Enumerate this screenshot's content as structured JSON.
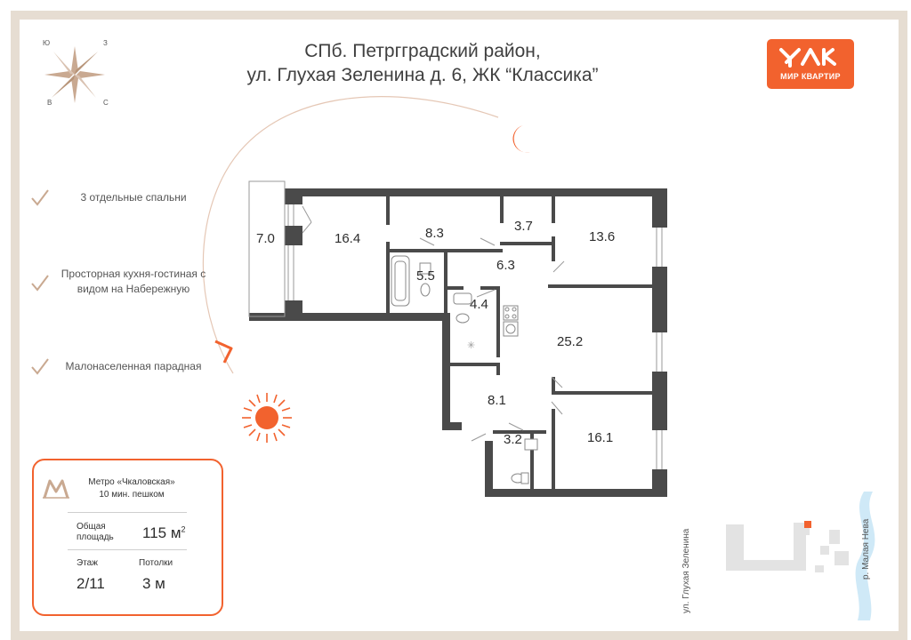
{
  "header": {
    "line1": "СПб. Петргградский район,",
    "line2": "ул. Глухая Зеленина д. 6, ЖК “Классика”"
  },
  "logo": {
    "text": "МИР КВАРТИР",
    "color": "#f2622e"
  },
  "compass": {
    "n": "Ю",
    "e": "З",
    "w": "В",
    "s": "С",
    "icon": "compass-rose-icon"
  },
  "features": [
    {
      "text": "3 отдельные спальни"
    },
    {
      "text": "Просторная кухня-гостиная с видом на Набережную"
    },
    {
      "text": "Малонаселенная парадная"
    }
  ],
  "info": {
    "metro_name": "Метро «Чкаловская»",
    "metro_time": "10 мин. пешком",
    "area_label": "Общая площадь",
    "area_value": "115 м",
    "area_unit_sup": "2",
    "floor_label": "Этаж",
    "floor_value": "2/11",
    "ceiling_label": "Потолки",
    "ceiling_value": "3 м"
  },
  "rooms": [
    "7.0",
    "16.4",
    "8.3",
    "3.7",
    "13.6",
    "5.5",
    "6.3",
    "4.4",
    "25.2",
    "8.1",
    "3.2",
    "16.1"
  ],
  "map": {
    "street": "ул. Глухая Зеленина",
    "river": "р. Малая Нева"
  },
  "colors": {
    "accent": "#f2622e",
    "wall": "#4a4a4a",
    "frame": "#e6ddd2"
  }
}
